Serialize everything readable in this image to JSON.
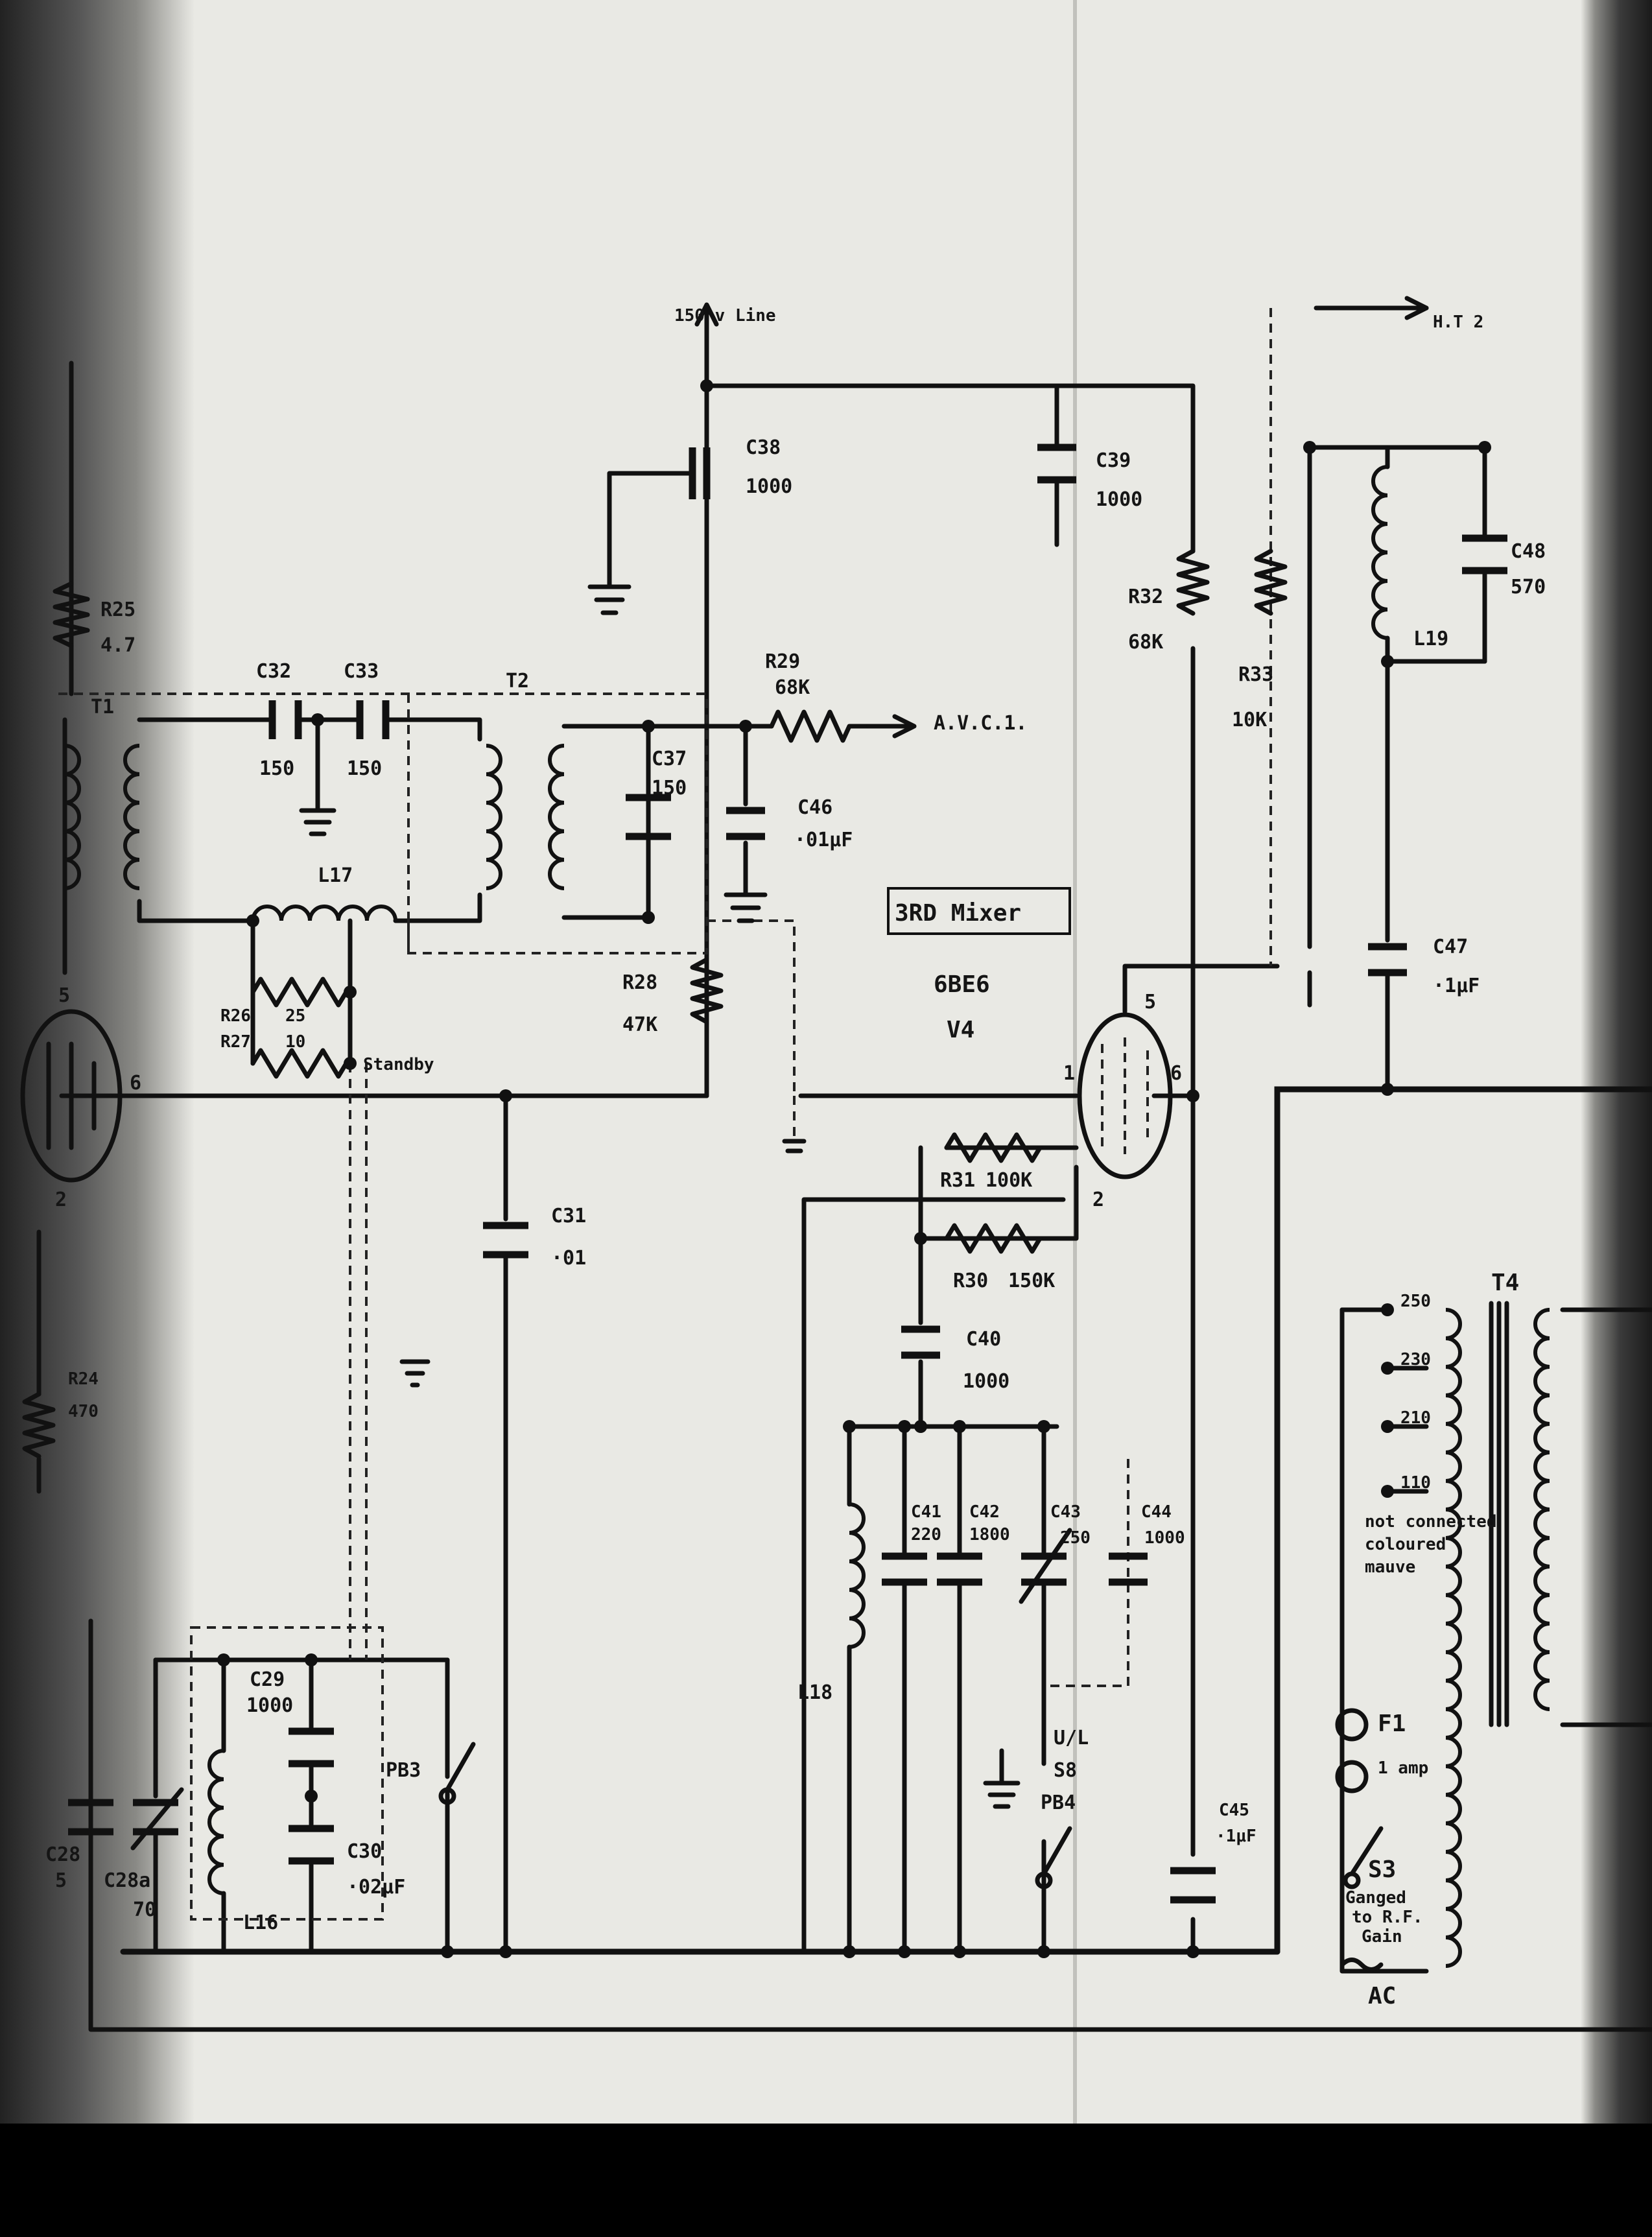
{
  "labels": {
    "supply": "150 v Line",
    "ht2": "H.T 2",
    "avc": "A.V.C.1.",
    "mixer_box": "3RD Mixer",
    "tube_type": "6BE6",
    "tube_id": "V4",
    "standby": "Standby",
    "ac": "AC",
    "ganged": "Ganged",
    "ganged2": "to R.F.",
    "ganged3": "Gain",
    "not_connected": "not connected",
    "coloured": "coloured",
    "mauve": "mauve"
  },
  "components": {
    "r25": {
      "ref": "R25",
      "value": "4.7"
    },
    "t1": {
      "ref": "T1"
    },
    "c32": {
      "ref": "C32",
      "value": "150"
    },
    "c33": {
      "ref": "C33",
      "value": "150"
    },
    "t2": {
      "ref": "T2"
    },
    "c37": {
      "ref": "C37",
      "value": "150"
    },
    "r29": {
      "ref": "R29",
      "value": "68K"
    },
    "c46": {
      "ref": "C46",
      "value": "·01μF"
    },
    "c38": {
      "ref": "C38",
      "value": "1000"
    },
    "c39": {
      "ref": "C39",
      "value": "1000"
    },
    "r32": {
      "ref": "R32",
      "value": "68K"
    },
    "r33": {
      "ref": "R33",
      "value": "10K"
    },
    "c48": {
      "ref": "C48",
      "value": "570"
    },
    "l19": {
      "ref": "L19"
    },
    "c47": {
      "ref": "C47",
      "value": "·1μF"
    },
    "l17": {
      "ref": "L17"
    },
    "r26": {
      "ref": "R26",
      "value": "25"
    },
    "r27": {
      "ref": "R27",
      "value": "10"
    },
    "r28": {
      "ref": "R28",
      "value": "47K"
    },
    "c31": {
      "ref": "C31",
      "value": "·01"
    },
    "r31": {
      "ref": "R31",
      "value": "100K"
    },
    "r30": {
      "ref": "R30",
      "value": "150K"
    },
    "c40": {
      "ref": "C40",
      "value": "1000"
    },
    "c41": {
      "ref": "C41",
      "value": "220"
    },
    "c42": {
      "ref": "C42",
      "value": "1800"
    },
    "c43": {
      "ref": "C43",
      "value": "250"
    },
    "c44": {
      "ref": "C44",
      "value": "1000"
    },
    "l18": {
      "ref": "L18"
    },
    "s8": {
      "ref": "S8",
      "label": "U/L"
    },
    "pb4": {
      "ref": "PB4"
    },
    "c45": {
      "ref": "C45",
      "value": "·1μF"
    },
    "r24": {
      "ref": "R24",
      "value": "470"
    },
    "c28": {
      "ref": "C28",
      "value": "5"
    },
    "c28a": {
      "ref": "C28a",
      "value": "70"
    },
    "c29": {
      "ref": "C29",
      "value": "1000"
    },
    "c30": {
      "ref": "C30",
      "value": "·02μF"
    },
    "l16": {
      "ref": "L16"
    },
    "pb3": {
      "ref": "PB3"
    },
    "t4": {
      "ref": "T4"
    },
    "tap250": "250",
    "tap230": "230",
    "tap210": "210",
    "tap110": "110",
    "f1": {
      "ref": "F1",
      "value": "1 amp"
    },
    "s3": {
      "ref": "S3"
    }
  },
  "pins": {
    "v3_p5": "5",
    "v3_p6": "6",
    "v3_p2": "2",
    "v4_p5": "5",
    "v4_p6": "6",
    "v4_p1": "1",
    "v4_p2": "2"
  }
}
